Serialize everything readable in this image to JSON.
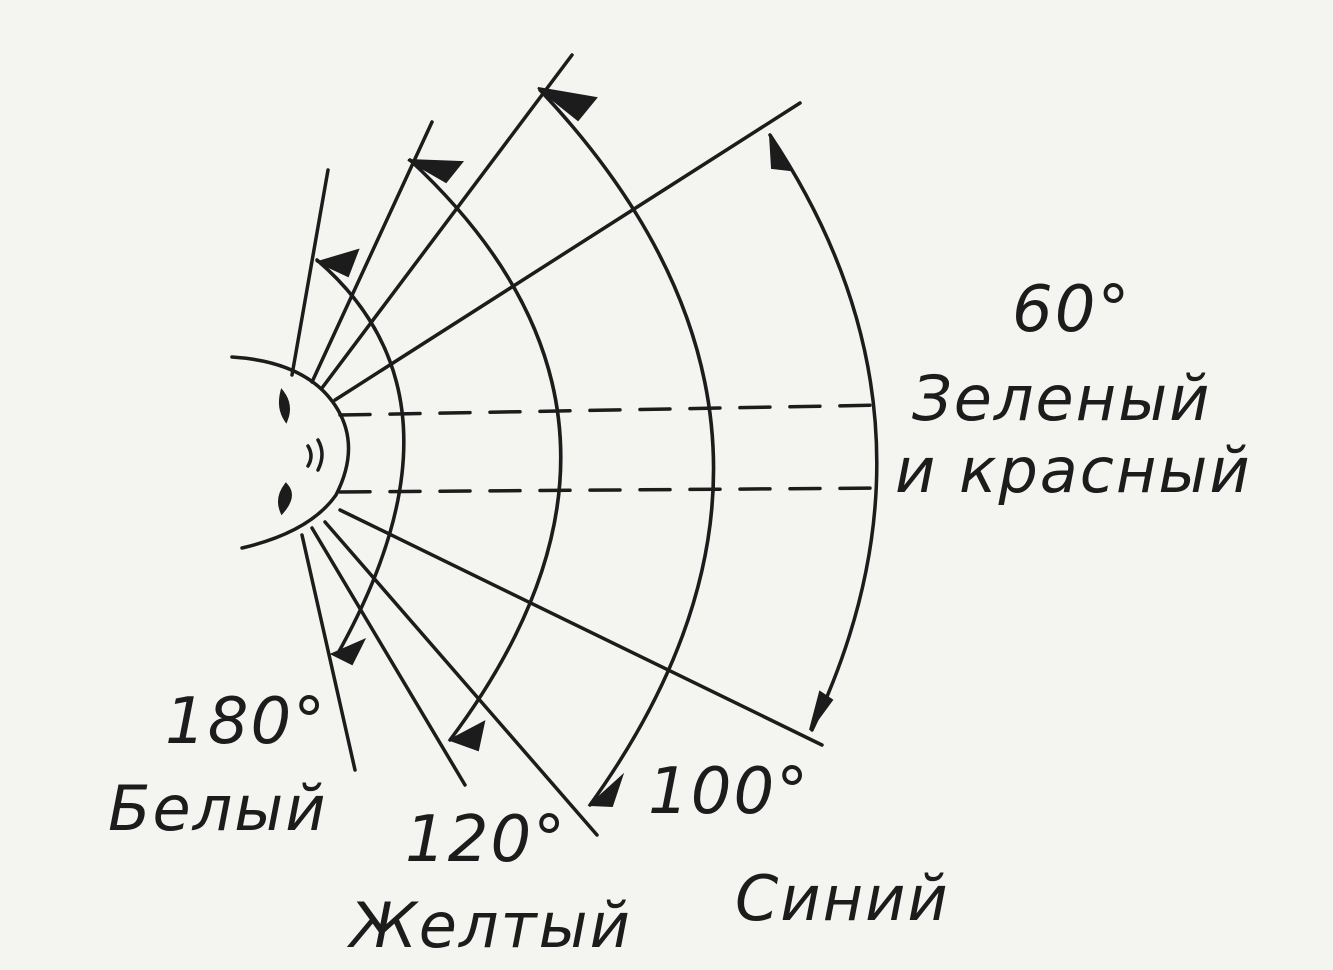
{
  "figure": {
    "fields": [
      {
        "angle": "60°",
        "color_line1": "Зеленый",
        "color_line2": "и красный"
      },
      {
        "angle": "100°",
        "color_line1": "Синий",
        "color_line2": ""
      },
      {
        "angle": "120°",
        "color_line1": "Желтый",
        "color_line2": ""
      },
      {
        "angle": "180°",
        "color_line1": "Белый",
        "color_line2": ""
      }
    ],
    "colors": {
      "ink": "#1c1c1c",
      "paper": "#f4f4f1"
    }
  }
}
